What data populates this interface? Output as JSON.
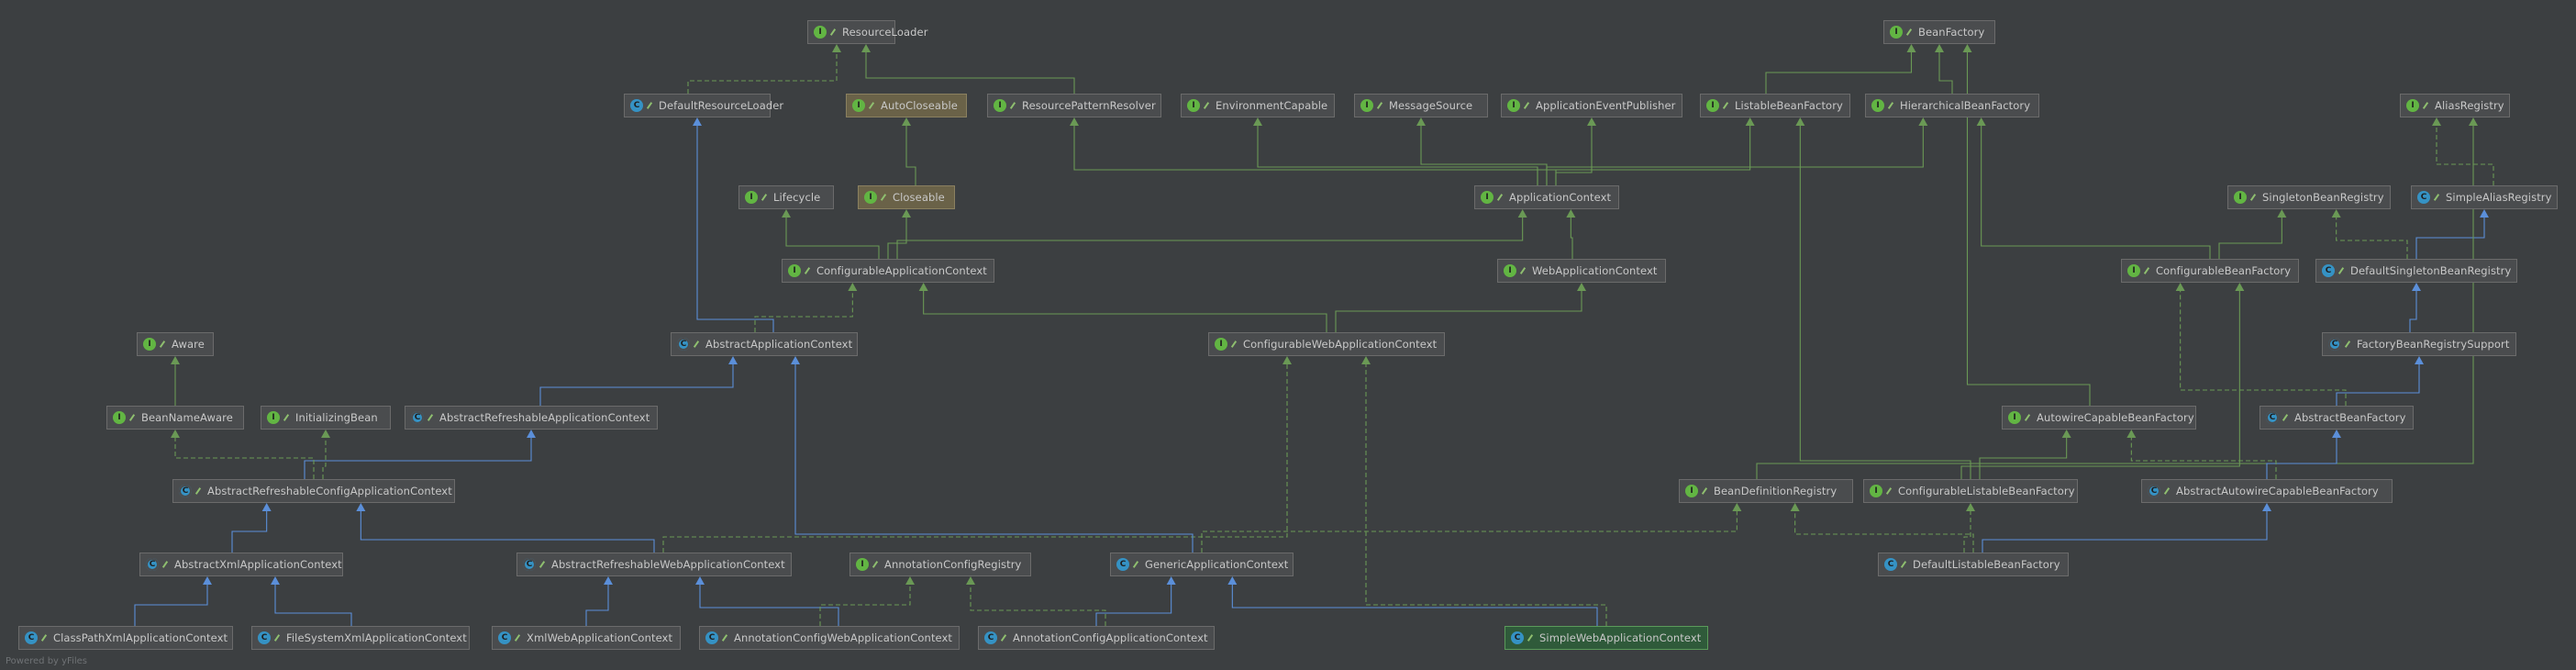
{
  "diagram": {
    "colors": {
      "background": "#3c3f41",
      "extends": "#6a9955",
      "implements": "#6a9955",
      "extendsClass": "#5b8fd9"
    },
    "nodes": [
      {
        "id": "ResourceLoader",
        "label": "ResourceLoader",
        "kind": "interface"
      },
      {
        "id": "BeanFactory",
        "label": "BeanFactory",
        "kind": "interface"
      },
      {
        "id": "DefaultResourceLoader",
        "label": "DefaultResourceLoader",
        "kind": "class"
      },
      {
        "id": "AutoCloseable",
        "label": "AutoCloseable",
        "kind": "interface",
        "style": "brown"
      },
      {
        "id": "ResourcePatternResolver",
        "label": "ResourcePatternResolver",
        "kind": "interface"
      },
      {
        "id": "EnvironmentCapable",
        "label": "EnvironmentCapable",
        "kind": "interface"
      },
      {
        "id": "MessageSource",
        "label": "MessageSource",
        "kind": "interface"
      },
      {
        "id": "ApplicationEventPublisher",
        "label": "ApplicationEventPublisher",
        "kind": "interface"
      },
      {
        "id": "ListableBeanFactory",
        "label": "ListableBeanFactory",
        "kind": "interface"
      },
      {
        "id": "HierarchicalBeanFactory",
        "label": "HierarchicalBeanFactory",
        "kind": "interface"
      },
      {
        "id": "AliasRegistry",
        "label": "AliasRegistry",
        "kind": "interface"
      },
      {
        "id": "Lifecycle",
        "label": "Lifecycle",
        "kind": "interface"
      },
      {
        "id": "Closeable",
        "label": "Closeable",
        "kind": "interface",
        "style": "brown"
      },
      {
        "id": "ApplicationContext",
        "label": "ApplicationContext",
        "kind": "interface"
      },
      {
        "id": "SingletonBeanRegistry",
        "label": "SingletonBeanRegistry",
        "kind": "interface"
      },
      {
        "id": "SimpleAliasRegistry",
        "label": "SimpleAliasRegistry",
        "kind": "class"
      },
      {
        "id": "ConfigurableApplicationContext",
        "label": "ConfigurableApplicationContext",
        "kind": "interface"
      },
      {
        "id": "WebApplicationContext",
        "label": "WebApplicationContext",
        "kind": "interface"
      },
      {
        "id": "ConfigurableBeanFactory",
        "label": "ConfigurableBeanFactory",
        "kind": "interface"
      },
      {
        "id": "DefaultSingletonBeanRegistry",
        "label": "DefaultSingletonBeanRegistry",
        "kind": "class"
      },
      {
        "id": "Aware",
        "label": "Aware",
        "kind": "interface"
      },
      {
        "id": "AbstractApplicationContext",
        "label": "AbstractApplicationContext",
        "kind": "abstract"
      },
      {
        "id": "ConfigurableWebApplicationContext",
        "label": "ConfigurableWebApplicationContext",
        "kind": "interface"
      },
      {
        "id": "FactoryBeanRegistrySupport",
        "label": "FactoryBeanRegistrySupport",
        "kind": "abstract"
      },
      {
        "id": "BeanNameAware",
        "label": "BeanNameAware",
        "kind": "interface"
      },
      {
        "id": "InitializingBean",
        "label": "InitializingBean",
        "kind": "interface"
      },
      {
        "id": "AbstractRefreshableApplicationContext",
        "label": "AbstractRefreshableApplicationContext",
        "kind": "abstract"
      },
      {
        "id": "AutowireCapableBeanFactory",
        "label": "AutowireCapableBeanFactory",
        "kind": "interface"
      },
      {
        "id": "AbstractBeanFactory",
        "label": "AbstractBeanFactory",
        "kind": "abstract"
      },
      {
        "id": "AbstractRefreshableConfigApplicationContext",
        "label": "AbstractRefreshableConfigApplicationContext",
        "kind": "abstract"
      },
      {
        "id": "BeanDefinitionRegistry",
        "label": "BeanDefinitionRegistry",
        "kind": "interface"
      },
      {
        "id": "ConfigurableListableBeanFactory",
        "label": "ConfigurableListableBeanFactory",
        "kind": "interface"
      },
      {
        "id": "AbstractAutowireCapableBeanFactory",
        "label": "AbstractAutowireCapableBeanFactory",
        "kind": "abstract"
      },
      {
        "id": "AbstractXmlApplicationContext",
        "label": "AbstractXmlApplicationContext",
        "kind": "abstract"
      },
      {
        "id": "AbstractRefreshableWebApplicationContext",
        "label": "AbstractRefreshableWebApplicationContext",
        "kind": "abstract"
      },
      {
        "id": "AnnotationConfigRegistry",
        "label": "AnnotationConfigRegistry",
        "kind": "interface"
      },
      {
        "id": "GenericApplicationContext",
        "label": "GenericApplicationContext",
        "kind": "class"
      },
      {
        "id": "DefaultListableBeanFactory",
        "label": "DefaultListableBeanFactory",
        "kind": "class"
      },
      {
        "id": "ClassPathXmlApplicationContext",
        "label": "ClassPathXmlApplicationContext",
        "kind": "class"
      },
      {
        "id": "FileSystemXmlApplicationContext",
        "label": "FileSystemXmlApplicationContext",
        "kind": "class"
      },
      {
        "id": "XmlWebApplicationContext",
        "label": "XmlWebApplicationContext",
        "kind": "class"
      },
      {
        "id": "AnnotationConfigWebApplicationContext",
        "label": "AnnotationConfigWebApplicationContext",
        "kind": "class"
      },
      {
        "id": "AnnotationConfigApplicationContext",
        "label": "AnnotationConfigApplicationContext",
        "kind": "class"
      },
      {
        "id": "SimpleWebApplicationContext",
        "label": "SimpleWebApplicationContext",
        "kind": "class",
        "style": "sel"
      }
    ],
    "edges": [
      [
        "DefaultResourceLoader",
        "ResourceLoader",
        "impl"
      ],
      [
        "ResourcePatternResolver",
        "ResourceLoader",
        "ext"
      ],
      [
        "Closeable",
        "AutoCloseable",
        "ext"
      ],
      [
        "ListableBeanFactory",
        "BeanFactory",
        "ext"
      ],
      [
        "HierarchicalBeanFactory",
        "BeanFactory",
        "ext"
      ],
      [
        "ApplicationContext",
        "ResourcePatternResolver",
        "ext"
      ],
      [
        "ApplicationContext",
        "EnvironmentCapable",
        "ext"
      ],
      [
        "ApplicationContext",
        "MessageSource",
        "ext"
      ],
      [
        "ApplicationContext",
        "ApplicationEventPublisher",
        "ext"
      ],
      [
        "ApplicationContext",
        "ListableBeanFactory",
        "ext"
      ],
      [
        "ApplicationContext",
        "HierarchicalBeanFactory",
        "ext"
      ],
      [
        "SimpleAliasRegistry",
        "AliasRegistry",
        "impl"
      ],
      [
        "ConfigurableApplicationContext",
        "Lifecycle",
        "ext"
      ],
      [
        "ConfigurableApplicationContext",
        "Closeable",
        "ext"
      ],
      [
        "ConfigurableApplicationContext",
        "ApplicationContext",
        "ext"
      ],
      [
        "WebApplicationContext",
        "ApplicationContext",
        "ext"
      ],
      [
        "ConfigurableBeanFactory",
        "HierarchicalBeanFactory",
        "ext"
      ],
      [
        "ConfigurableBeanFactory",
        "SingletonBeanRegistry",
        "ext"
      ],
      [
        "DefaultSingletonBeanRegistry",
        "SingletonBeanRegistry",
        "impl"
      ],
      [
        "DefaultSingletonBeanRegistry",
        "SimpleAliasRegistry",
        "cls"
      ],
      [
        "AbstractApplicationContext",
        "DefaultResourceLoader",
        "cls"
      ],
      [
        "AbstractApplicationContext",
        "ConfigurableApplicationContext",
        "impl"
      ],
      [
        "ConfigurableWebApplicationContext",
        "ConfigurableApplicationContext",
        "ext"
      ],
      [
        "ConfigurableWebApplicationContext",
        "WebApplicationContext",
        "ext"
      ],
      [
        "FactoryBeanRegistrySupport",
        "DefaultSingletonBeanRegistry",
        "cls"
      ],
      [
        "BeanNameAware",
        "Aware",
        "ext"
      ],
      [
        "AbstractRefreshableApplicationContext",
        "AbstractApplicationContext",
        "cls"
      ],
      [
        "AutowireCapableBeanFactory",
        "BeanFactory",
        "ext"
      ],
      [
        "AbstractBeanFactory",
        "FactoryBeanRegistrySupport",
        "cls"
      ],
      [
        "AbstractBeanFactory",
        "ConfigurableBeanFactory",
        "impl"
      ],
      [
        "AbstractRefreshableConfigApplicationContext",
        "AbstractRefreshableApplicationContext",
        "cls"
      ],
      [
        "AbstractRefreshableConfigApplicationContext",
        "BeanNameAware",
        "impl"
      ],
      [
        "AbstractRefreshableConfigApplicationContext",
        "InitializingBean",
        "impl"
      ],
      [
        "BeanDefinitionRegistry",
        "AliasRegistry",
        "ext"
      ],
      [
        "ConfigurableListableBeanFactory",
        "ListableBeanFactory",
        "ext"
      ],
      [
        "ConfigurableListableBeanFactory",
        "AutowireCapableBeanFactory",
        "ext"
      ],
      [
        "ConfigurableListableBeanFactory",
        "ConfigurableBeanFactory",
        "ext"
      ],
      [
        "AbstractAutowireCapableBeanFactory",
        "AbstractBeanFactory",
        "cls"
      ],
      [
        "AbstractAutowireCapableBeanFactory",
        "AutowireCapableBeanFactory",
        "impl"
      ],
      [
        "AbstractXmlApplicationContext",
        "AbstractRefreshableConfigApplicationContext",
        "cls"
      ],
      [
        "AbstractRefreshableWebApplicationContext",
        "AbstractRefreshableConfigApplicationContext",
        "cls"
      ],
      [
        "AbstractRefreshableWebApplicationContext",
        "ConfigurableWebApplicationContext",
        "impl"
      ],
      [
        "GenericApplicationContext",
        "AbstractApplicationContext",
        "cls"
      ],
      [
        "GenericApplicationContext",
        "BeanDefinitionRegistry",
        "impl"
      ],
      [
        "DefaultListableBeanFactory",
        "AbstractAutowireCapableBeanFactory",
        "cls"
      ],
      [
        "DefaultListableBeanFactory",
        "ConfigurableListableBeanFactory",
        "impl"
      ],
      [
        "DefaultListableBeanFactory",
        "BeanDefinitionRegistry",
        "impl"
      ],
      [
        "ClassPathXmlApplicationContext",
        "AbstractXmlApplicationContext",
        "cls"
      ],
      [
        "FileSystemXmlApplicationContext",
        "AbstractXmlApplicationContext",
        "cls"
      ],
      [
        "XmlWebApplicationContext",
        "AbstractRefreshableWebApplicationContext",
        "cls"
      ],
      [
        "AnnotationConfigWebApplicationContext",
        "AbstractRefreshableWebApplicationContext",
        "cls"
      ],
      [
        "AnnotationConfigWebApplicationContext",
        "AnnotationConfigRegistry",
        "impl"
      ],
      [
        "AnnotationConfigApplicationContext",
        "GenericApplicationContext",
        "cls"
      ],
      [
        "AnnotationConfigApplicationContext",
        "AnnotationConfigRegistry",
        "impl"
      ],
      [
        "SimpleWebApplicationContext",
        "GenericApplicationContext",
        "cls"
      ],
      [
        "SimpleWebApplicationContext",
        "ConfigurableWebApplicationContext",
        "impl"
      ]
    ]
  },
  "footer": "Powered by yFiles"
}
